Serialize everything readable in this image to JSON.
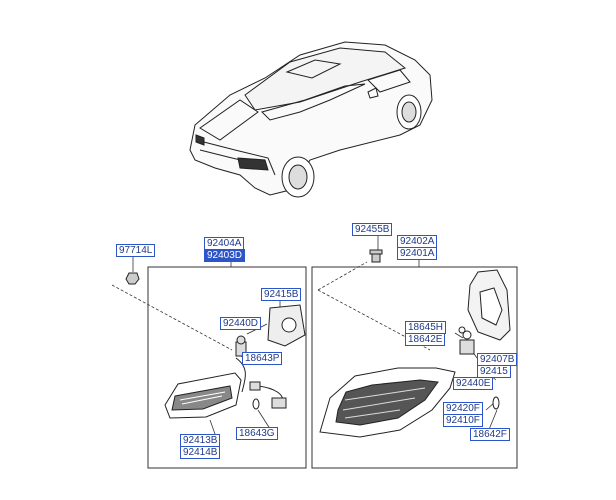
{
  "parts": {
    "p97714L": "97714L",
    "p92404A": "92404A",
    "p92403D": "92403D",
    "p92415B": "92415B",
    "p92440D": "92440D",
    "p18643P": "18643P",
    "p18643G": "18643G",
    "p92413B": "92413B",
    "p92414B": "92414B",
    "p92455B": "92455B",
    "p92402A": "92402A",
    "p92401A": "92401A",
    "p18645H": "18645H",
    "p18642E": "18642E",
    "p92407B": "92407B",
    "p92415": "92415",
    "p92440E": "92440E",
    "p92420F": "92420F",
    "p92410F": "92410F",
    "p18642F": "18642F"
  },
  "colors": {
    "label_border": "#2b55c9",
    "label_text": "#1f3a8a",
    "highlight": "#2b55c9",
    "line": "#333333"
  }
}
